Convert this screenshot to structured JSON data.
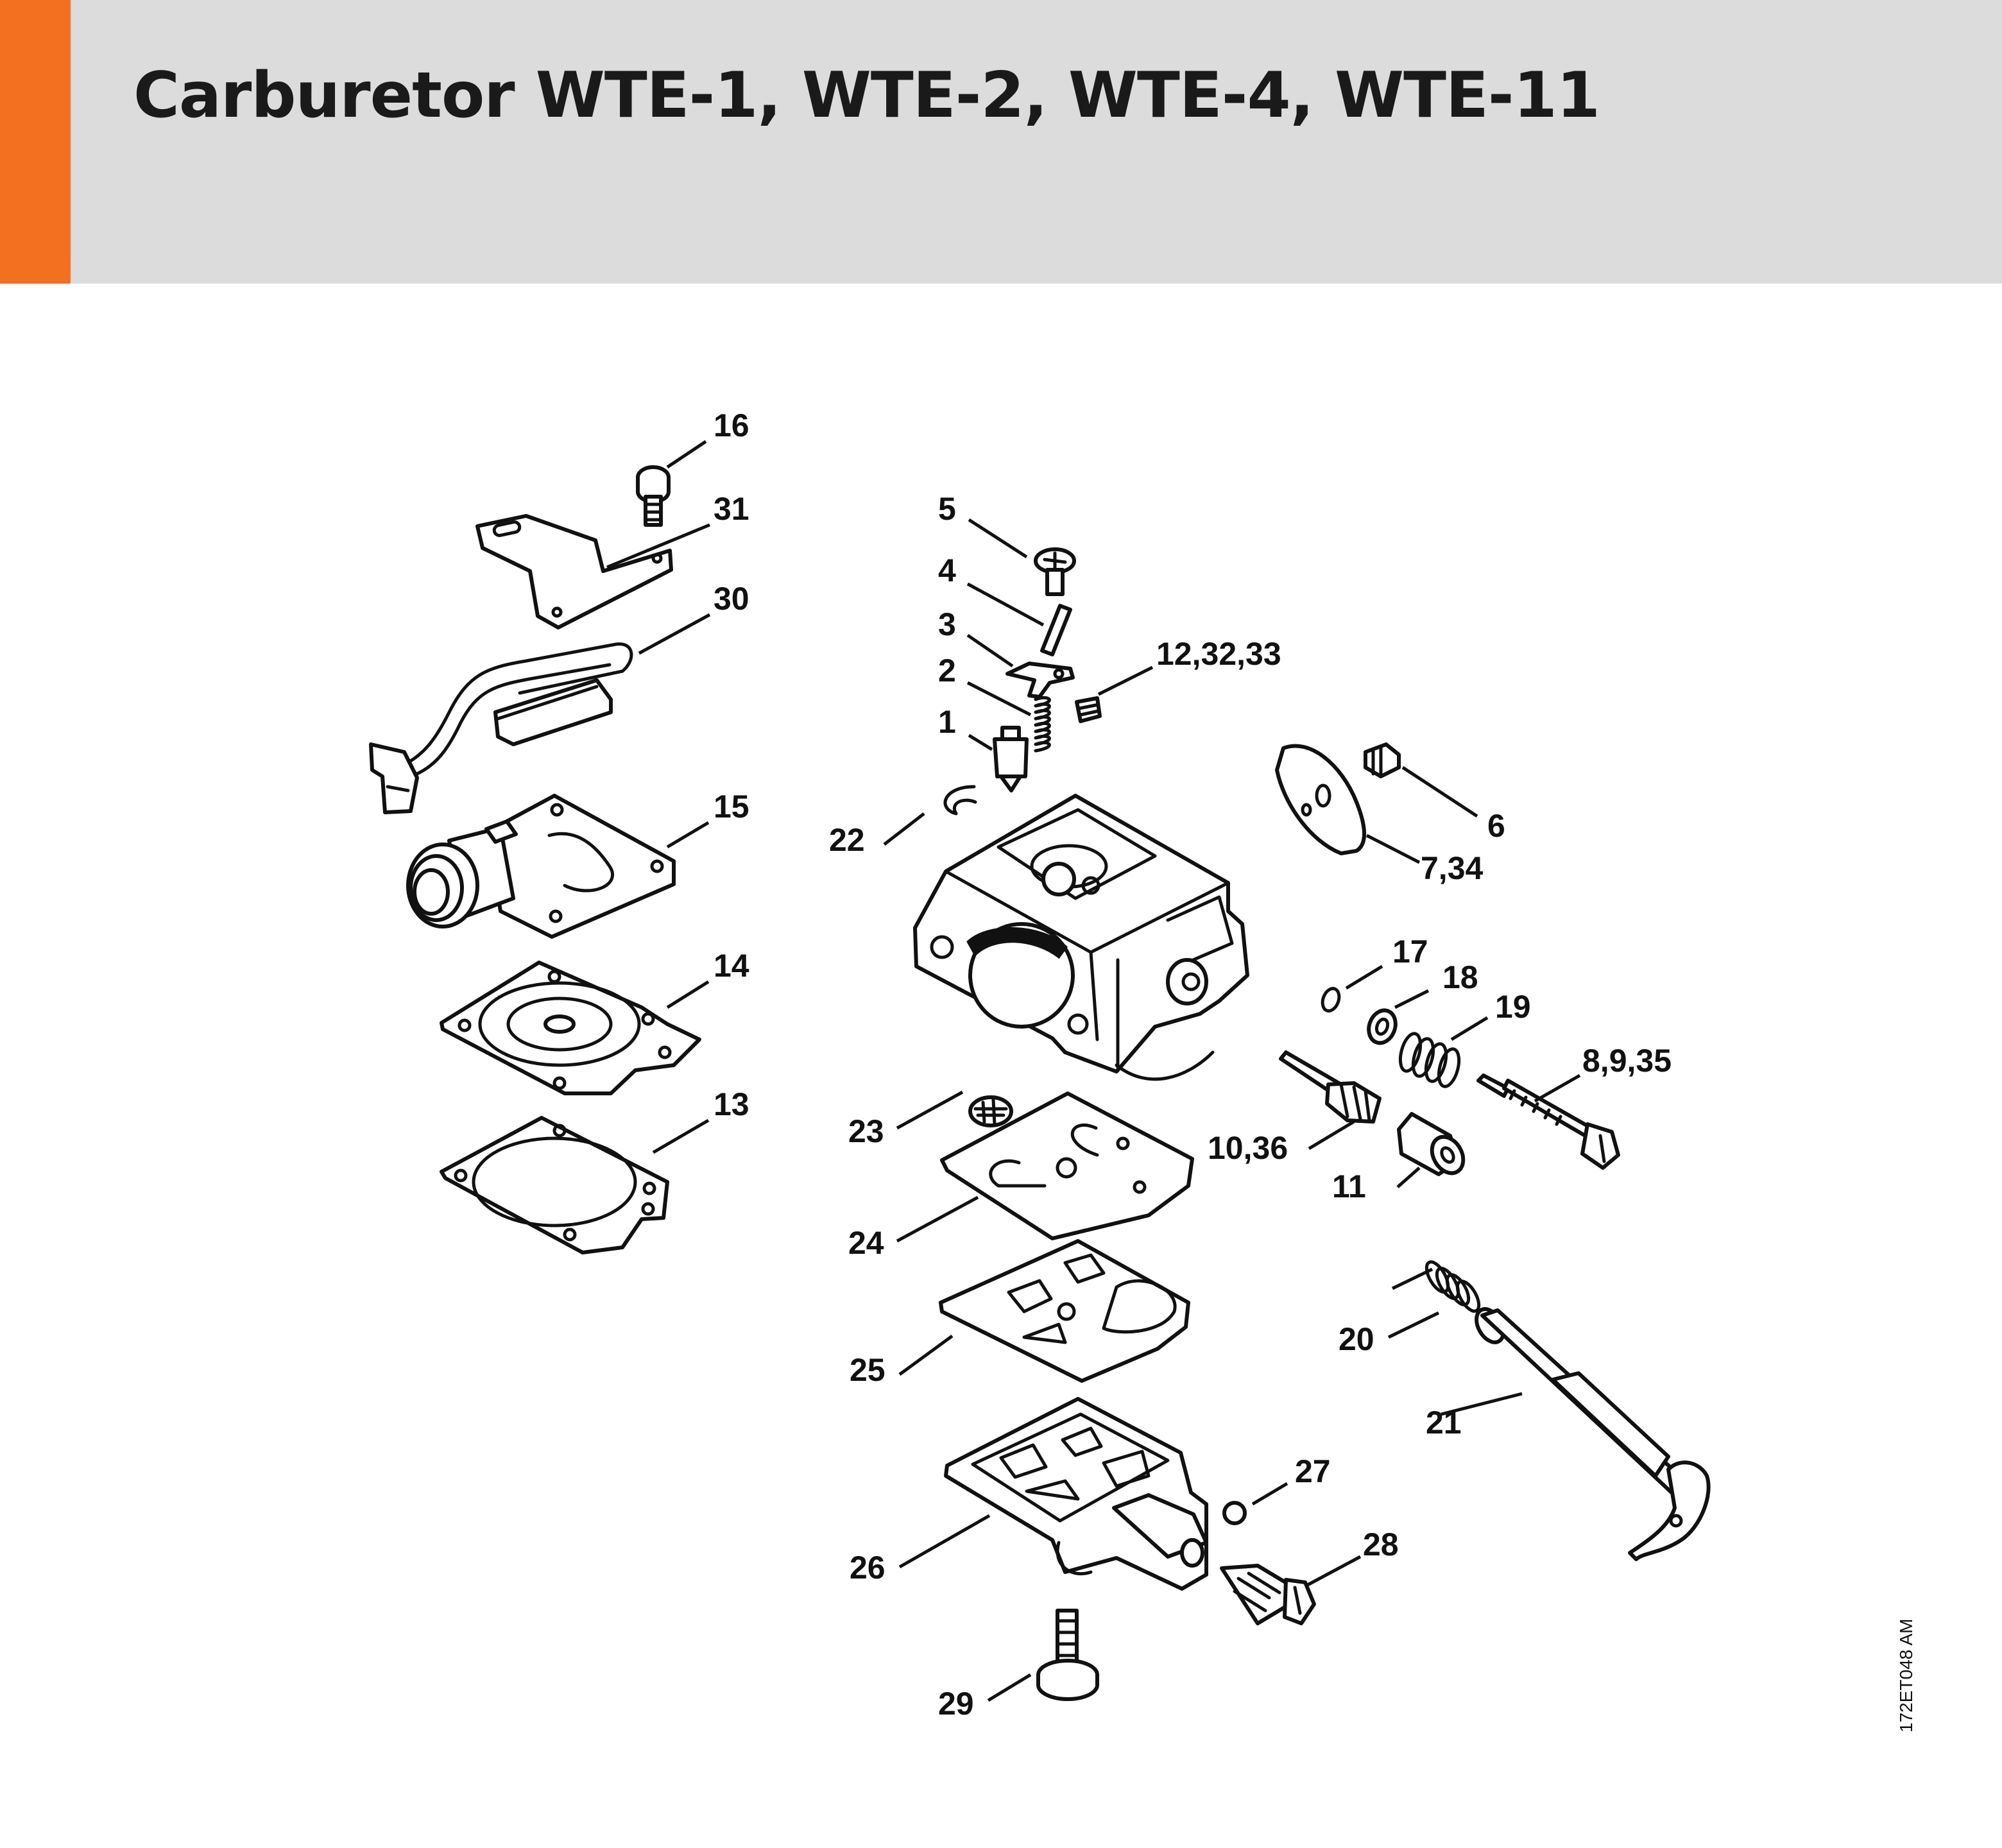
{
  "header": {
    "title": "Carburetor WTE-1, WTE-2, WTE-4, WTE-11",
    "accent_color": "#f37020",
    "band_color": "#dbdcdb"
  },
  "drawing_code": "172ET048 AM",
  "callouts": [
    {
      "id": "16",
      "label": "16"
    },
    {
      "id": "31",
      "label": "31"
    },
    {
      "id": "30",
      "label": "30"
    },
    {
      "id": "15",
      "label": "15"
    },
    {
      "id": "14",
      "label": "14"
    },
    {
      "id": "13",
      "label": "13"
    },
    {
      "id": "5",
      "label": "5"
    },
    {
      "id": "4",
      "label": "4"
    },
    {
      "id": "3",
      "label": "3"
    },
    {
      "id": "2",
      "label": "2"
    },
    {
      "id": "1",
      "label": "1"
    },
    {
      "id": "12_32_33",
      "label": "12,32,33"
    },
    {
      "id": "22",
      "label": "22"
    },
    {
      "id": "6",
      "label": "6"
    },
    {
      "id": "7_34",
      "label": "7,34"
    },
    {
      "id": "17",
      "label": "17"
    },
    {
      "id": "18",
      "label": "18"
    },
    {
      "id": "19",
      "label": "19"
    },
    {
      "id": "8_9_35",
      "label": "8,9,35"
    },
    {
      "id": "10_36",
      "label": "10,36"
    },
    {
      "id": "11",
      "label": "11"
    },
    {
      "id": "23",
      "label": "23"
    },
    {
      "id": "24",
      "label": "24"
    },
    {
      "id": "25",
      "label": "25"
    },
    {
      "id": "26",
      "label": "26"
    },
    {
      "id": "20",
      "label": "20"
    },
    {
      "id": "21",
      "label": "21"
    },
    {
      "id": "27",
      "label": "27"
    },
    {
      "id": "28",
      "label": "28"
    },
    {
      "id": "29",
      "label": "29"
    }
  ]
}
